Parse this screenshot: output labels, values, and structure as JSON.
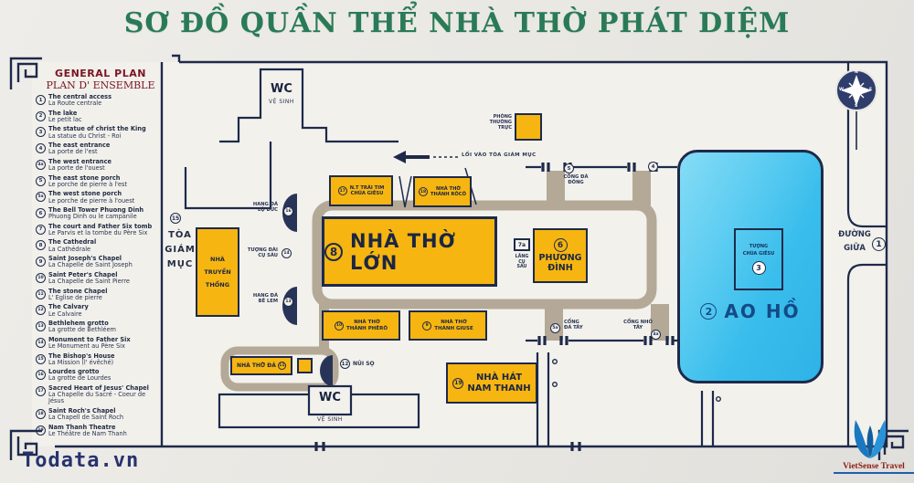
{
  "title": "SƠ ĐỒ QUẦN THỂ NHÀ THỜ PHÁT DIỆM",
  "legend": {
    "heading1": "GENERAL PLAN",
    "heading2": "PLAN D' ENSEMBLE",
    "items": [
      {
        "num": "1",
        "en": "The central access",
        "fr": "La Route centrale"
      },
      {
        "num": "2",
        "en": "The lake",
        "fr": "Le petit lac"
      },
      {
        "num": "3",
        "en": "The statue of christ the King",
        "fr": "La statue du Christ - Roi"
      },
      {
        "num": "4",
        "en": "The east entrance",
        "fr": "La porte de l'est"
      },
      {
        "num": "4a",
        "en": "The west entrance",
        "fr": "La porte de l'ouest"
      },
      {
        "num": "5",
        "en": "The east stone porch",
        "fr": "Le porche de pierre à l'est"
      },
      {
        "num": "5a",
        "en": "The west stone porch",
        "fr": "Le porche de pierre à l'ouest"
      },
      {
        "num": "6",
        "en": "The Bell Tower Phuong Dinh",
        "fr": "Phuong Dinh ou le campanile"
      },
      {
        "num": "7",
        "en": "The court and Father Six tomb",
        "fr": "Le Parvis et la tombe du Père Six"
      },
      {
        "num": "8",
        "en": "The Cathedral",
        "fr": "La Cathédrale"
      },
      {
        "num": "9",
        "en": "Saint Joseph's Chapel",
        "fr": "La Chapelle de Saint Joseph"
      },
      {
        "num": "10",
        "en": "Saint Peter's Chapel",
        "fr": "La Chapelle de Saint Pierre"
      },
      {
        "num": "11",
        "en": "The stone Chapel",
        "fr": "L' Eglise de pierre"
      },
      {
        "num": "12",
        "en": "The Calvary",
        "fr": "Le Calvaire"
      },
      {
        "num": "13",
        "en": "Bethlehem grotto",
        "fr": "La grotte de Bethléem"
      },
      {
        "num": "14",
        "en": "Monument to Father Six",
        "fr": "Le Monument au Père Six"
      },
      {
        "num": "15",
        "en": "The Bishop's House",
        "fr": "La Mission (l' évêché)"
      },
      {
        "num": "16",
        "en": "Lourdes grotto",
        "fr": "La grotte de Lourdes"
      },
      {
        "num": "17",
        "en": "Sacred Heart of Jesus' Chapel",
        "fr": "La Chapelle du Sacré - Coeur de Jésus"
      },
      {
        "num": "18",
        "en": "Saint Roch's Chapel",
        "fr": "La Chapell de Saint Roch"
      },
      {
        "num": "19",
        "en": "Nam Thanh Theatre",
        "fr": "Le Théâtre de Nam Thanh"
      }
    ]
  },
  "map": {
    "wc_top": {
      "label": "WC",
      "sub": "VỆ SINH"
    },
    "wc_bottom": {
      "label": "WC",
      "sub": "VỆ SINH"
    },
    "entry_lane": {
      "label": "LỐI VÀO TÒA GIÁM MỤC"
    },
    "duty_room": {
      "lines": [
        "PHÒNG",
        "THƯỜNG",
        "TRỰC"
      ]
    },
    "bishop_house": {
      "num": "15",
      "lines": [
        "TÒA",
        "GIÁM",
        "MỤC"
      ]
    },
    "tradition_house": {
      "lines": [
        "NHÀ",
        "TRUYỀN",
        "THỐNG"
      ]
    },
    "lourdes_grotto": {
      "num": "16",
      "line1": "HANG ĐÁ",
      "line2": "LỘ ĐỨC"
    },
    "six_monument": {
      "num": "14",
      "line1": "TƯỢNG ĐÀI",
      "line2": "CỤ SÁU"
    },
    "bethlehem_grotto": {
      "num": "13",
      "line1": "HANG ĐÁ",
      "line2": "BÊ LEM"
    },
    "calvary": {
      "num": "12",
      "label": "NÚI SỌ"
    },
    "six_tomb": {
      "num": "7a",
      "lines": [
        "LĂNG",
        "CỤ",
        "SÁU"
      ]
    },
    "boxes": {
      "sacred_heart": {
        "num": "17",
        "line1": "N.T TRÁI TIM",
        "line2": "CHÚA GIÊSU"
      },
      "saint_roch": {
        "num": "18",
        "line1": "NHÀ THỜ",
        "line2": "THÁNH RÔCÔ"
      },
      "cathedral": {
        "num": "8",
        "label": "NHÀ THỜ LỚN"
      },
      "phuong_dinh": {
        "num": "6",
        "line1": "PHƯƠNG",
        "line2": "ĐÌNH"
      },
      "saint_peter": {
        "num": "10",
        "line1": "NHÀ THỜ",
        "line2": "THÁNH PHÊRÔ"
      },
      "saint_joseph": {
        "num": "9",
        "line1": "NHÀ THỜ",
        "line2": "THÁNH GIUSE"
      },
      "stone_church": {
        "num": "11",
        "label": "NHÀ THỜ ĐÁ"
      },
      "nam_thanh": {
        "num": "19",
        "line1": "NHÀ HÁT",
        "line2": "NAM THANH"
      }
    },
    "gates": {
      "east_stone": {
        "num": "5",
        "line1": "CỔNG ĐÁ",
        "line2": "ĐÔNG"
      },
      "east_entrance": {
        "num": "4"
      },
      "west_stone": {
        "num": "5a",
        "line1": "CỔNG",
        "line2": "ĐÁ TÂY"
      },
      "west_small": {
        "num": "4a",
        "line1": "CỔNG NHỎ",
        "line2": "TÂY"
      }
    },
    "lake": {
      "num": "2",
      "label": "AO HỒ",
      "statue": {
        "num": "3",
        "line1": "TƯỢNG",
        "line2": "CHÚA GIÊSU"
      }
    },
    "road": {
      "num": "1",
      "line1": "ĐƯỜNG",
      "line2": "GIỮA"
    },
    "compass": {
      "n": "N",
      "e": "E",
      "s": "S",
      "w": "W"
    }
  },
  "footer": {
    "watermark": "Todata.vn",
    "logo_text": "VietSense Travel"
  },
  "colors": {
    "accent_yellow": "#f6b510",
    "navy": "#1e2a4a",
    "lake_blue": "#39bdec",
    "title_green": "#2a7a57",
    "legend_red": "#7a1525",
    "road_tan": "#b4a996"
  }
}
